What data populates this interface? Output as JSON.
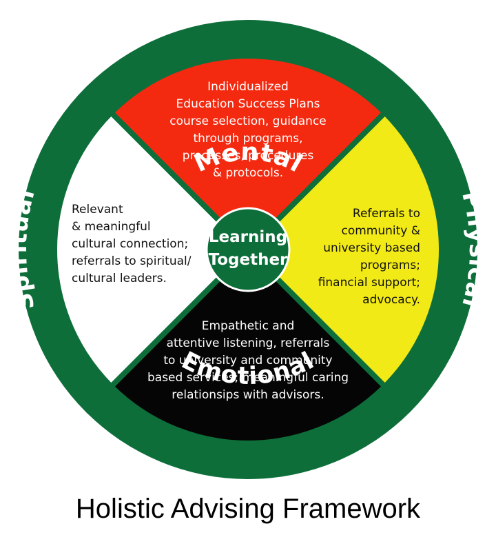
{
  "colors": {
    "ring": "#0d6e3a",
    "mental": "#f42a10",
    "physical": "#f2ea16",
    "emotional": "#050505",
    "spiritual": "#ffffff",
    "center": "#0d6e3a",
    "ring_text": "#ffffff"
  },
  "ring_labels": {
    "mental": "Mental",
    "physical": "Physical",
    "emotional": "Emotional",
    "spiritual": "Spiritual"
  },
  "center": {
    "line1": "Learning",
    "line2": "Together"
  },
  "quadrants": {
    "mental": "Individualized\nEducation Success Plans\ncourse selection, guidance\nthrough programs,\nprocesses, procedures\n& protocols.",
    "spiritual": "Relevant\n& meaningful\ncultural connection;\nreferrals to spiritual/\ncultural leaders.",
    "physical": "Referrals to\ncommunity &\nuniversity based\nprograms;\nfinancial support;\nadvocacy.",
    "emotional": "Empathetic and\nattentive listening, referrals\nto university and community\nbased services; meaningful caring\nrelationsips with advisors."
  },
  "caption": "Holistic Advising Framework"
}
